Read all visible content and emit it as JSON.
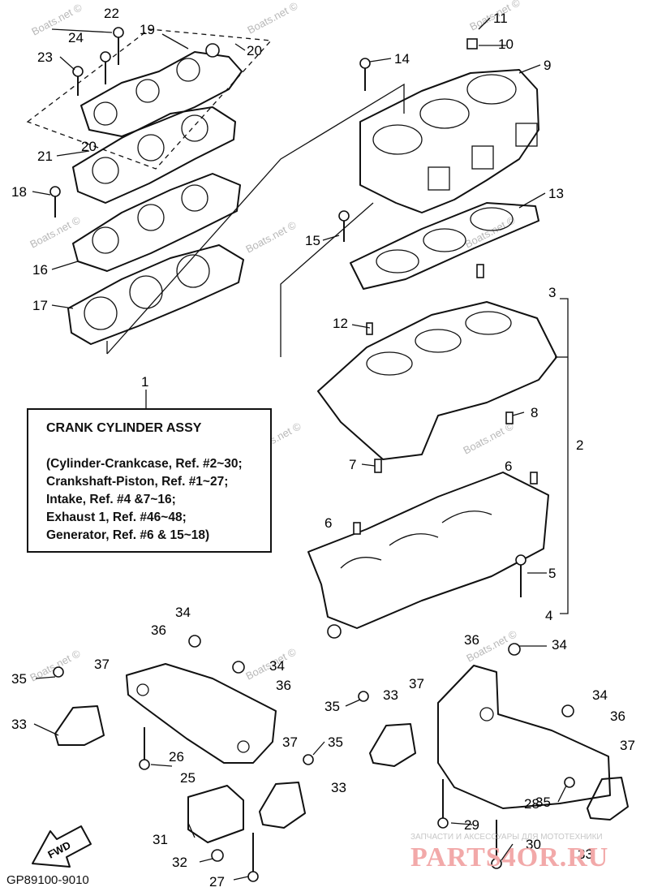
{
  "watermark": "Boats.net ©",
  "callouts": [
    "1",
    "2",
    "3",
    "4",
    "5",
    "6",
    "6",
    "7",
    "8",
    "9",
    "10",
    "11",
    "12",
    "13",
    "14",
    "15",
    "16",
    "17",
    "18",
    "19",
    "20",
    "20",
    "21",
    "22",
    "23",
    "24",
    "25",
    "26",
    "27",
    "28",
    "29",
    "30",
    "31",
    "32",
    "33",
    "33",
    "33",
    "33",
    "34",
    "34",
    "34",
    "34",
    "35",
    "35",
    "35",
    "35",
    "36",
    "36",
    "36",
    "36",
    "37",
    "37",
    "37",
    "37"
  ],
  "reference_box": {
    "title": "CRANK CYLINDER ASSY",
    "lines": [
      "(Cylinder-Crankcase, Ref. #2~30;",
      "Crankshaft-Piston, Ref. #1~27;",
      "Intake, Ref. #4 &7~16;",
      "Exhaust 1, Ref. #46~48;",
      "Generator, Ref. #6 & 15~18)"
    ]
  },
  "fwd_label": "FWD",
  "diagram_code": "GP89100-9010",
  "brand": {
    "tagline": "ЗАПЧАСТИ И АКСЕССУАРЫ ДЛЯ МОТОТЕХНИКИ",
    "logo": "PARTS4OR.RU"
  },
  "colors": {
    "line": "#111111",
    "watermark": "#b8b8b8",
    "brand": "#f2a9a9"
  }
}
